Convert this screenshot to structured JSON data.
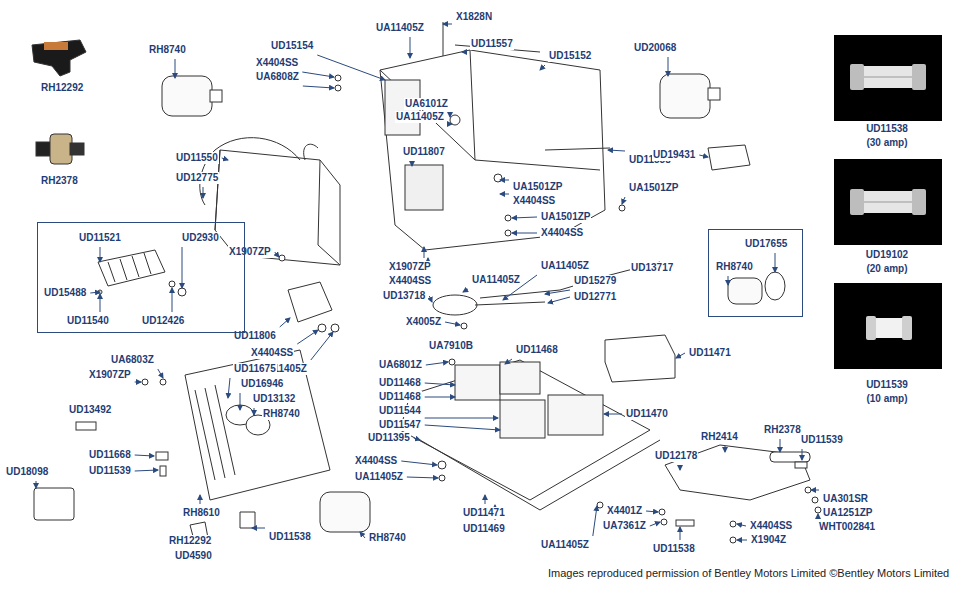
{
  "diagram": {
    "caption": "Images reproduced permission of Bentley Motors Limited ©Bentley Motors Limited",
    "nodes": [
      {
        "text": [
          "UD11521",
          "UD2930",
          "UD15488",
          "UD11540",
          "UD12426"
        ]
      },
      {
        "text": [
          "UD17655",
          "RH8740"
        ]
      }
    ],
    "labels": [
      "RH12292",
      "RH2378",
      "RH8740",
      "UD15154",
      "X4404SS",
      "UA6808Z",
      "UA11405Z",
      "X1828N",
      "UD11557",
      "UD15152",
      "UD20068",
      "UA6101Z",
      "UA11405Z",
      "UD11807",
      "UD11550",
      "UD12775",
      "UD11558",
      "UD19431",
      "UA1501ZP",
      "UA1501ZP",
      "X4404SS",
      "UA1501ZP",
      "X4404SS",
      "X1907ZP",
      "X1907ZP",
      "X4404SS",
      "UD13718",
      "UA11405Z",
      "UA11405Z",
      "UD13717",
      "UD15279",
      "UD12771",
      "UD11806",
      "X4404SS",
      "UA11405Z",
      "X4005Z",
      "UA7910B",
      "UD11468",
      "UD11471",
      "UA6801Z",
      "UD11468",
      "UD11468",
      "UD11544",
      "UD11547",
      "UD11395",
      "UD11470",
      "UA6803Z",
      "X1907ZP",
      "UD11675",
      "UD16946",
      "UD13132",
      "RH8740",
      "UD13492",
      "UD11668",
      "UD11539",
      "UD18098",
      "X4404SS",
      "UA11405Z",
      "RH2414",
      "RH2378",
      "UD11539",
      "UD12178",
      "RH8610",
      "UD11471",
      "UD11469",
      "UD11538",
      "RH8740",
      "RH12292",
      "UD4590",
      "X4401Z",
      "UA7361Z",
      "UA301SR",
      "UA1251ZP",
      "WHT002841",
      "X4404SS",
      "X1904Z",
      "UA11405Z",
      "UD11538",
      "UD11538",
      "(30 amp)",
      "UD19102",
      "(20 amp)",
      "UD11539",
      "(10 amp)"
    ]
  }
}
